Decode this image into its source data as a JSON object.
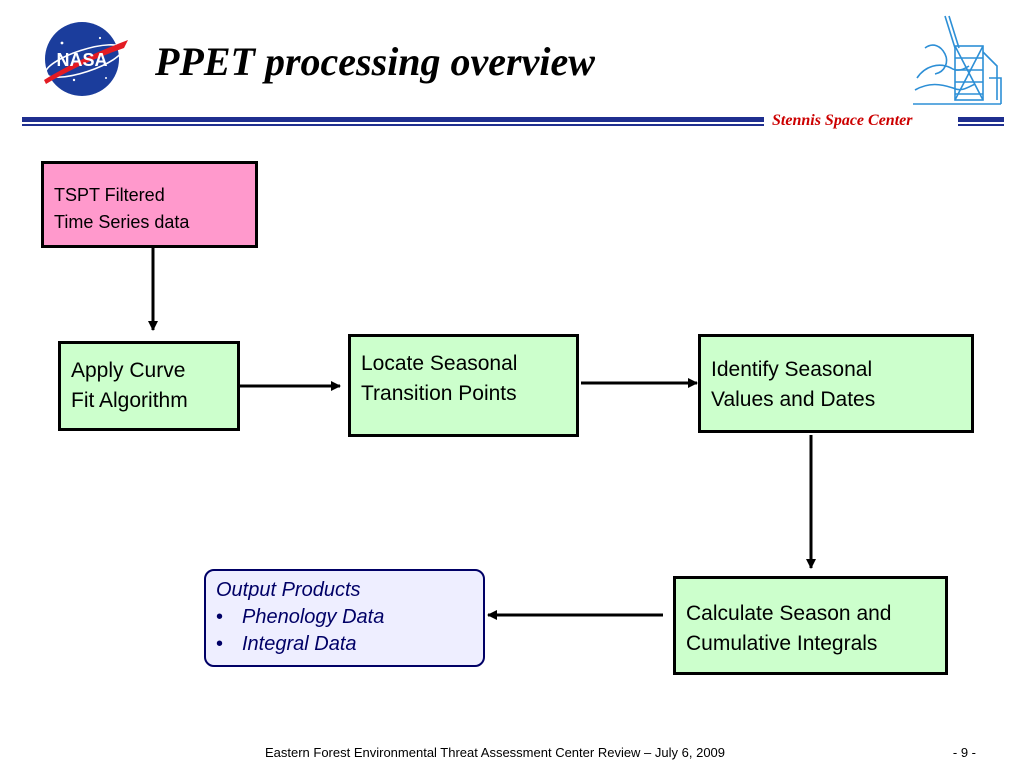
{
  "header": {
    "title": "PPET processing overview",
    "center_name": "Stennis Space Center",
    "logo_text": "NASA",
    "logo_icon": "nasa-meatball-icon",
    "center_logo_icon": "test-stand-icon",
    "rule_color": "#1f2f8f",
    "center_name_color": "#cc0000"
  },
  "diagram": {
    "nodes": [
      {
        "id": "source",
        "lines": [
          "TSPT Filtered",
          "Time Series data"
        ],
        "fill": "#ff99cc"
      },
      {
        "id": "fit",
        "lines": [
          "Apply Curve",
          "Fit Algorithm"
        ],
        "fill": "#ccffcc"
      },
      {
        "id": "locate",
        "lines": [
          "Locate Seasonal",
          "Transition Points"
        ],
        "fill": "#ccffcc"
      },
      {
        "id": "identify",
        "lines": [
          "Identify Seasonal",
          "Values and Dates"
        ],
        "fill": "#ccffcc"
      },
      {
        "id": "calc",
        "lines": [
          "Calculate Season and",
          "Cumulative Integrals"
        ],
        "fill": "#ccffcc"
      }
    ],
    "output": {
      "title": "Output Products",
      "bullet": "•",
      "items": [
        "Phenology Data",
        "Integral Data"
      ],
      "fill": "#eeeeff",
      "text_color": "#000066"
    },
    "edges": [
      {
        "from": "source",
        "to": "fit"
      },
      {
        "from": "fit",
        "to": "locate"
      },
      {
        "from": "locate",
        "to": "identify"
      },
      {
        "from": "identify",
        "to": "calc"
      },
      {
        "from": "calc",
        "to": "output"
      }
    ]
  },
  "footer": {
    "text": "Eastern Forest Environmental Threat Assessment Center Review – July 6, 2009",
    "page": "- 9 -"
  }
}
